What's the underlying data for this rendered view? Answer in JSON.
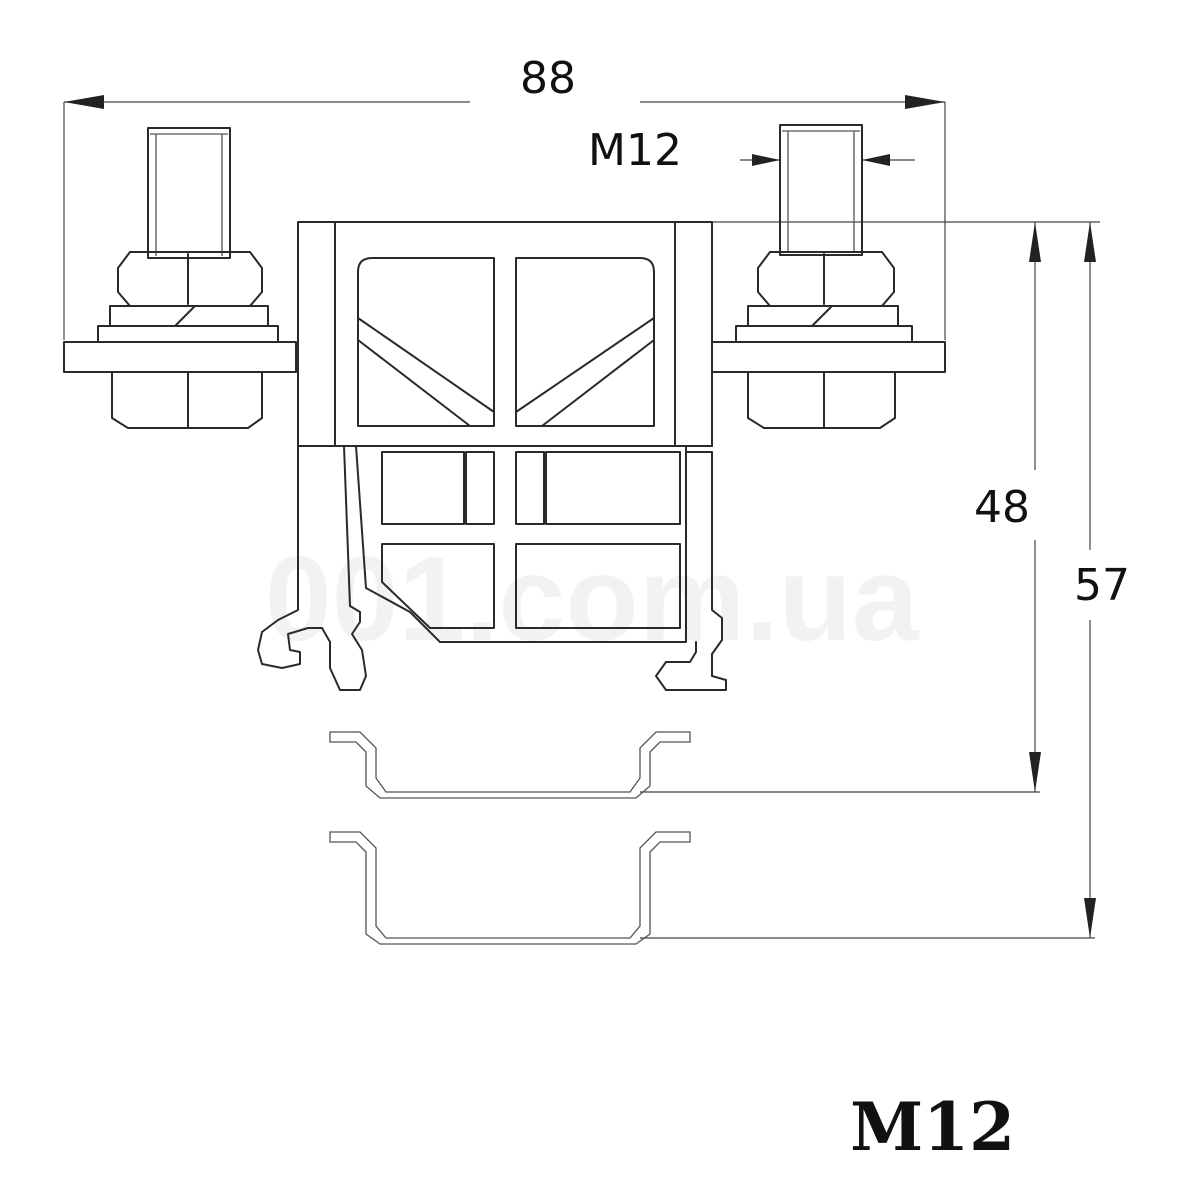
{
  "dimensions": {
    "overall_width": "88",
    "thread": "M12",
    "height_rail_1": "48",
    "height_rail_2": "57"
  },
  "watermark": "001.com.ua",
  "model_label": "M12",
  "colors": {
    "line": "#2a2a2a",
    "background": "#ffffff",
    "watermark": "#f2f2f2"
  }
}
